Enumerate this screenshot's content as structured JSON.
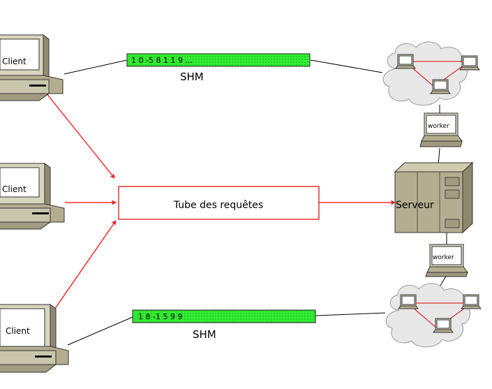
{
  "clients": [
    "Client",
    "Client",
    "Client"
  ],
  "shm_top": {
    "data": "1 0 -5 8 1 1 9 ...",
    "label": "SHM"
  },
  "shm_bottom": {
    "data": "1 8 -1 5 9 9",
    "label": "SHM"
  },
  "request_pipe": {
    "label": "Tube des requêtes"
  },
  "server": {
    "label": "Serveur"
  },
  "workers": [
    "worker",
    "worker"
  ],
  "colors": {
    "arrow": "#ff0000",
    "pipe_border": "#e00000",
    "shm_fill": "#33ee33",
    "monitor_body": "#d8d5c0",
    "server_body": "#b3ae90",
    "cloud": "#e8e8e8"
  },
  "icons": [
    "computer-icon",
    "server-icon",
    "cloud-network-icon",
    "laptop-icon"
  ]
}
